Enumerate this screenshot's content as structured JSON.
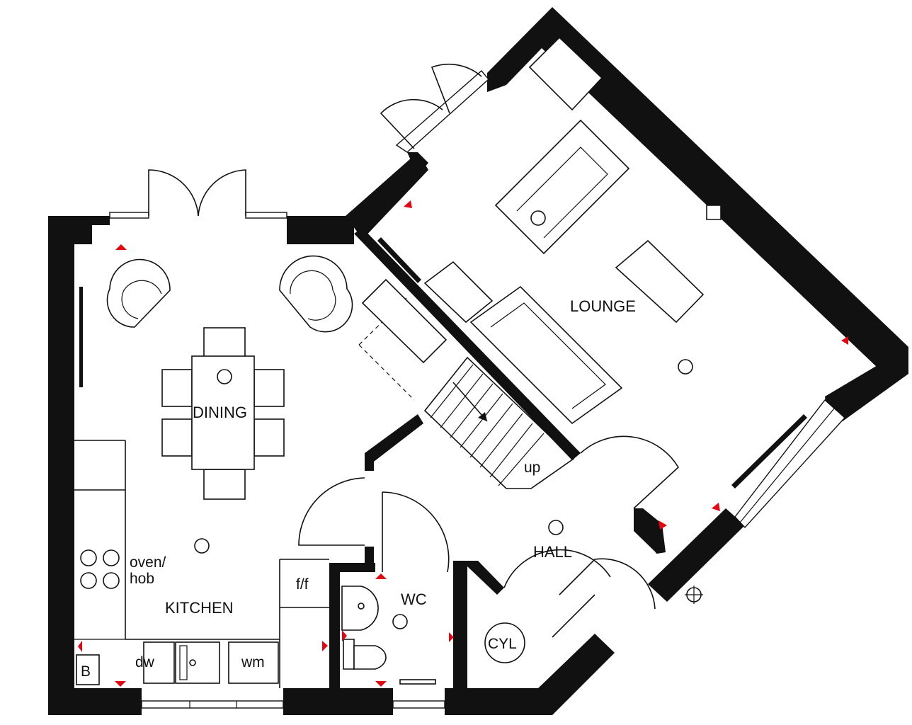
{
  "rooms": {
    "lounge": "LOUNGE",
    "dining": "DINING",
    "kitchen": "KITCHEN",
    "hall": "HALL",
    "wc": "WC"
  },
  "fixtures": {
    "oven_line1": "oven/",
    "oven_line2": "hob",
    "fridge": "f/f",
    "dishwasher": "dw",
    "washing_machine": "wm",
    "cylinder": "CYL",
    "boiler": "B",
    "stairs": "up"
  },
  "colors": {
    "wall": "#111111",
    "marker": "#e30613",
    "background": "#ffffff"
  }
}
